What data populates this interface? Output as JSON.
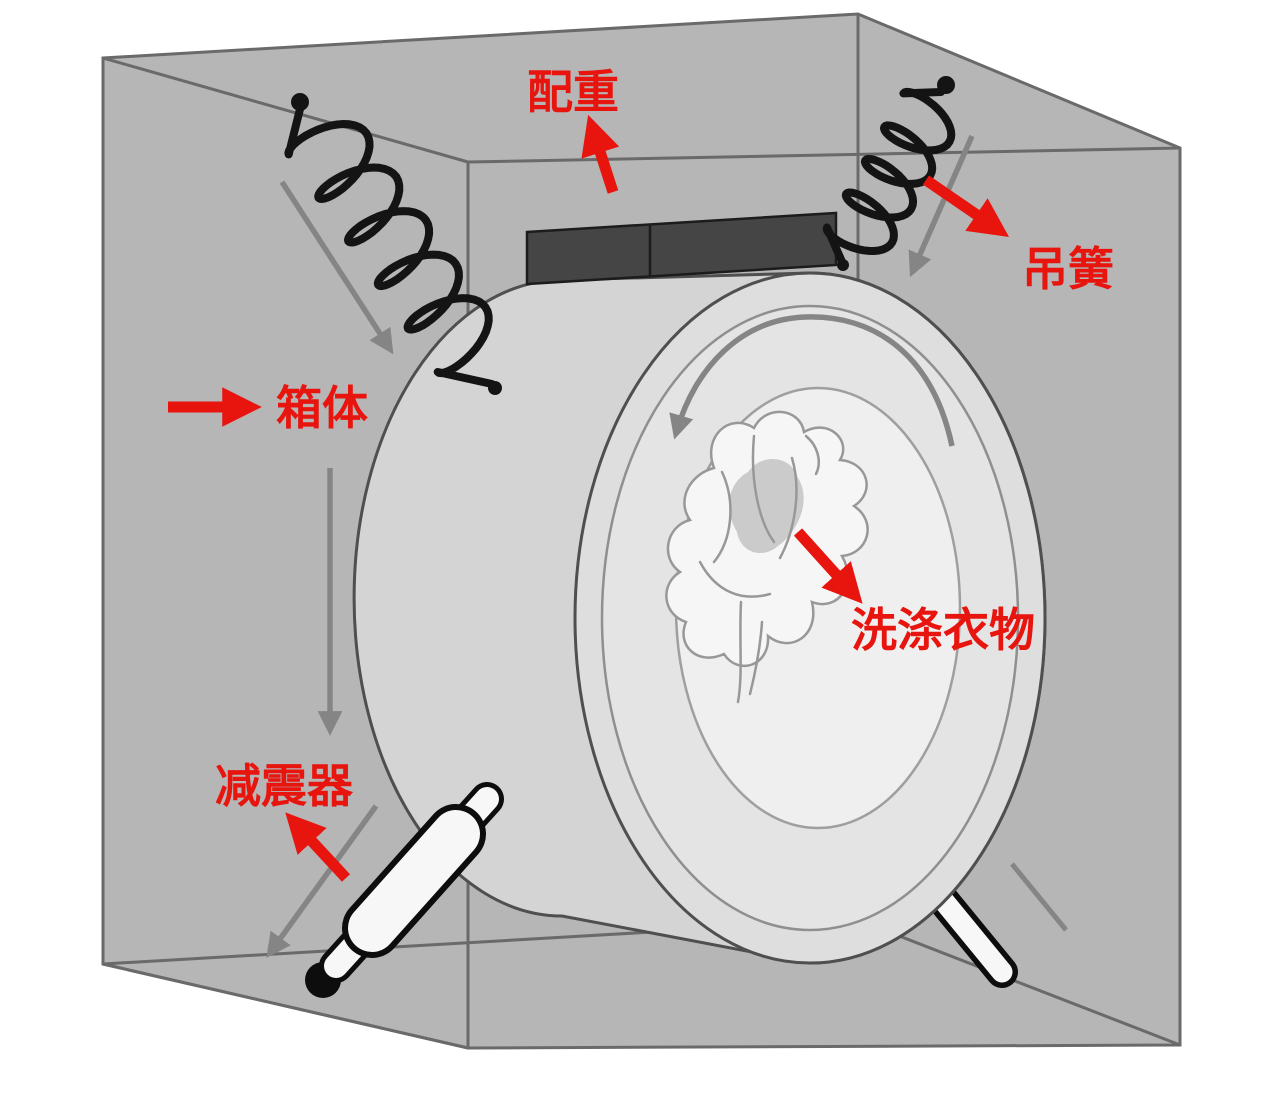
{
  "labels": {
    "counterweight": "配重",
    "suspension_spring": "吊簧",
    "cabinet": "箱体",
    "laundry": "洗涤衣物",
    "shock_absorber": "减震器"
  },
  "colors": {
    "label_red": "#e8140e",
    "cabinet_gray": "#b6b6b6",
    "edge_gray": "#6a6a6a",
    "motion_arrow_gray": "#858585",
    "drum_body": "#d4d4d4",
    "drum_face": "#dedede",
    "drum_rim": "#e4e4e4",
    "drum_window": "#efefef",
    "counterweight_dark": "#454545",
    "spring_black": "#141414"
  }
}
